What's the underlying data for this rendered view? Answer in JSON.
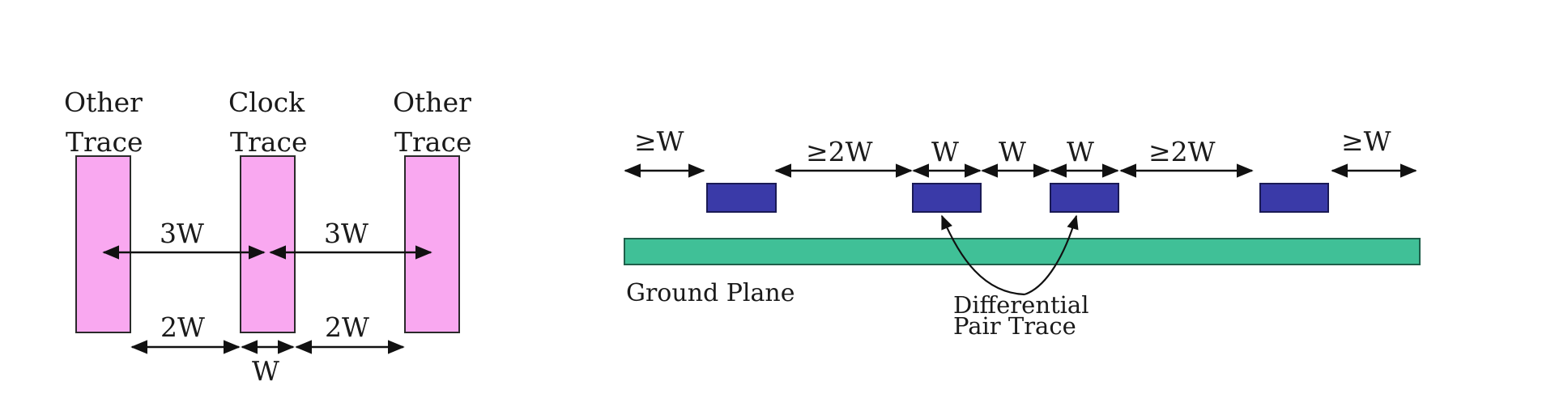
{
  "left_panel": {
    "other_trace_left": {
      "line1": "Other",
      "line2": "Trace"
    },
    "clock_trace": {
      "line1": "Clock",
      "line2": "Trace"
    },
    "other_trace_right": {
      "line1": "Other",
      "line2": "Trace"
    },
    "spacing_3w_left": "3W",
    "spacing_3w_right": "3W",
    "gap_2w_left": "2W",
    "gap_2w_right": "2W",
    "width_w": "W"
  },
  "right_panel": {
    "edge_left": "≥W",
    "gap_2w_left": "≥2W",
    "diff_width_left": "W",
    "diff_gap": "W",
    "diff_width_right": "W",
    "gap_2w_right": "≥2W",
    "edge_right": "≥W",
    "ground_plane": "Ground Plane",
    "differential_line1": "Differential",
    "differential_line2": "Pair Trace"
  },
  "colors": {
    "trace_pink": "#f9a8f0",
    "trace_blue": "#3a3aa8",
    "ground_green": "#40c097"
  }
}
